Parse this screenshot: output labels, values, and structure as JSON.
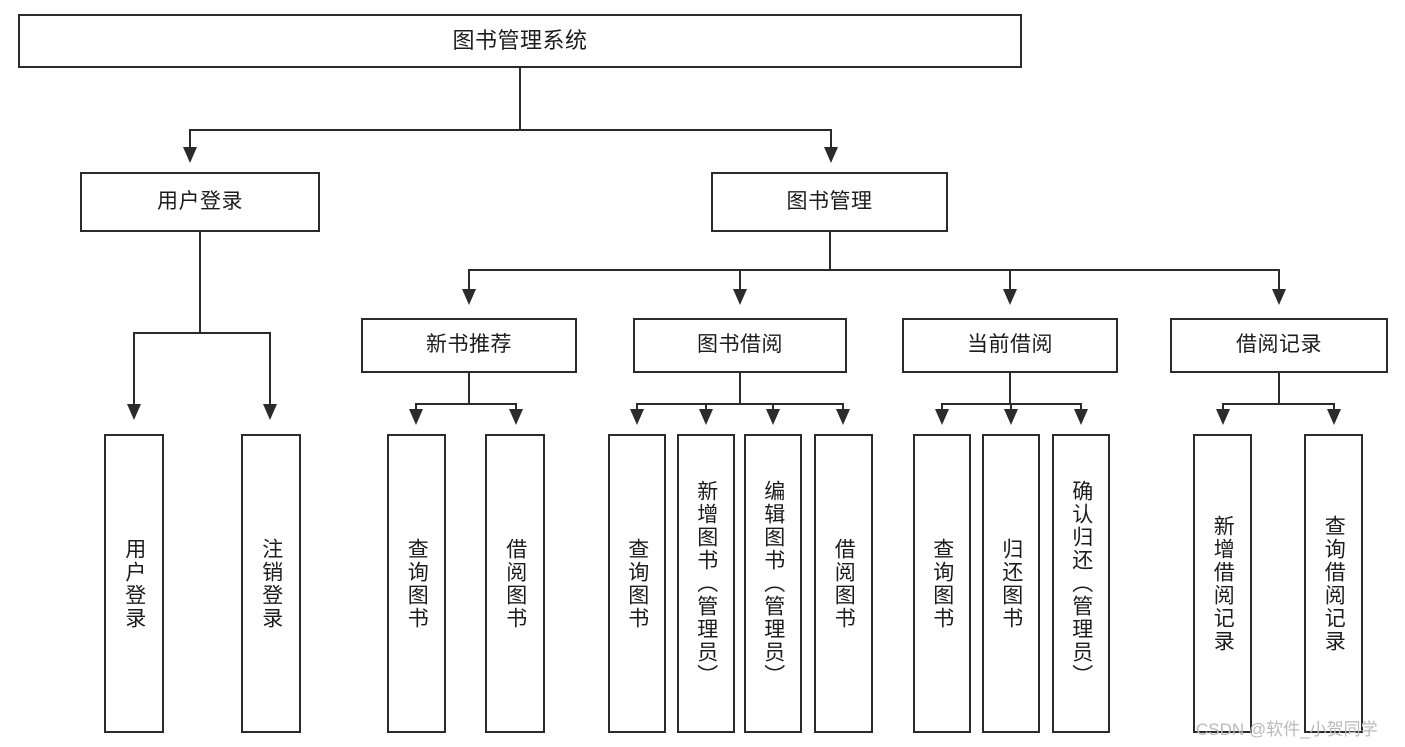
{
  "diagram": {
    "title_node": {
      "label": "图书管理系统"
    },
    "level2": [
      {
        "id": "user-login",
        "label": "用户登录"
      },
      {
        "id": "book-management",
        "label": "图书管理"
      }
    ],
    "level3": [
      {
        "id": "new-book-recommend",
        "label": "新书推荐"
      },
      {
        "id": "book-borrow",
        "label": "图书借阅"
      },
      {
        "id": "current-borrow",
        "label": "当前借阅"
      },
      {
        "id": "borrow-record",
        "label": "借阅记录"
      }
    ],
    "leaves": {
      "user_login": [
        {
          "id": "leaf-user-login",
          "label": "用户登录"
        },
        {
          "id": "leaf-logout-login",
          "label": "注销登录"
        }
      ],
      "new_book_recommend": [
        {
          "id": "leaf-query-book-1",
          "label": "查询图书"
        },
        {
          "id": "leaf-borrow-book-1",
          "label": "借阅图书"
        }
      ],
      "book_borrow": [
        {
          "id": "leaf-query-book-2",
          "label": "查询图书"
        },
        {
          "id": "leaf-add-book",
          "label": "新增图书（管理员）"
        },
        {
          "id": "leaf-edit-book",
          "label": "编辑图书（管理员）"
        },
        {
          "id": "leaf-borrow-book-2",
          "label": "借阅图书"
        }
      ],
      "current_borrow": [
        {
          "id": "leaf-query-book-3",
          "label": "查询图书"
        },
        {
          "id": "leaf-return-book",
          "label": "归还图书"
        },
        {
          "id": "leaf-confirm-return",
          "label": "确认归还（管理员）"
        }
      ],
      "borrow_record": [
        {
          "id": "leaf-add-record",
          "label": "新增借阅记录"
        },
        {
          "id": "leaf-query-record",
          "label": "查询借阅记录"
        }
      ]
    }
  },
  "watermark": {
    "text": "CSDN @软件_小贺同学"
  },
  "colors": {
    "stroke": "#2b2b2b",
    "background": "#ffffff",
    "text": "#1c1c1c",
    "watermark": "#b9b9b9"
  }
}
